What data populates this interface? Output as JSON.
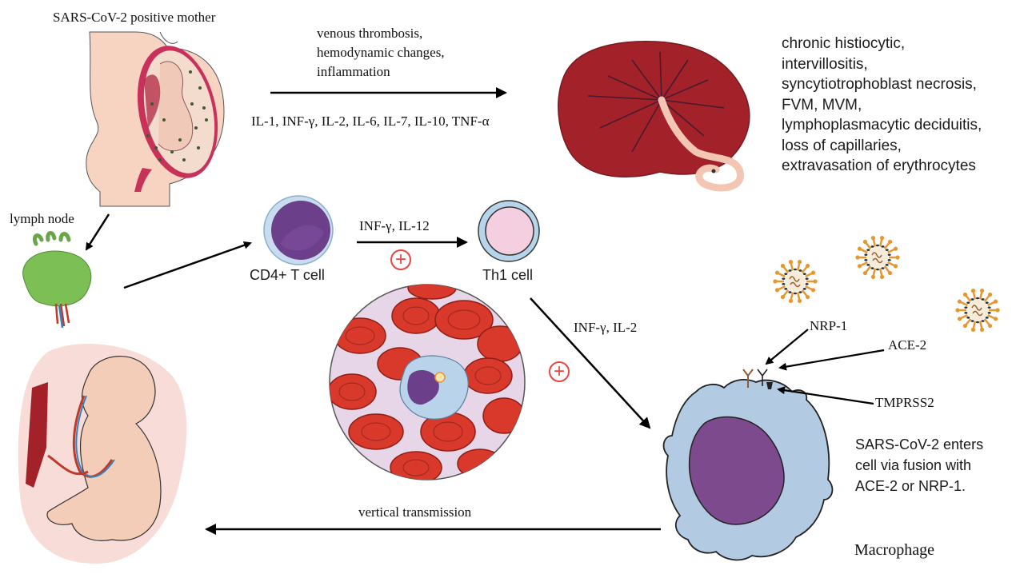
{
  "figure": {
    "mother_label": "SARS-CoV-2 positive mother",
    "placenta_pathway": {
      "effects": [
        "venous thrombosis,",
        "hemodynamic changes,",
        "inflammation"
      ],
      "cytokines": "IL-1, INF-γ, IL-2, IL-6, IL-7, IL-10, TNF-α"
    },
    "placental_findings": [
      "chronic  histiocytic,",
      "intervillositis,",
      "syncytiotrophoblast necrosis,",
      "FVM, MVM,",
      "lymphoplasmacytic deciduitis,",
      "loss of capillaries,",
      "extravasation of erythrocytes"
    ],
    "lymph_node_label": "lymph node",
    "cd4_label": "CD4+ T cell",
    "th1_label": "Th1 cell",
    "cd4_to_th1_cytokines": "INF-γ, IL-12",
    "th1_to_macrophage_cytokines": "INF-γ, IL-2",
    "plus_symbol": "+",
    "receptors": {
      "nrp1": "NRP-1",
      "ace2": "ACE-2",
      "tmprss2": "TMPRSS2"
    },
    "entry_note": [
      "SARS-CoV-2 enters",
      "cell via fusion with",
      "ACE-2 or NRP-1."
    ],
    "macrophage_label": "Macrophage",
    "vertical_transmission_label": "vertical transmission"
  },
  "colors": {
    "skin": "#f7d3c2",
    "uterus": "#c8325a",
    "placenta": "#a3222a",
    "lymph_node": "#7cbf55",
    "cd4_nucleus": "#6b3f8a",
    "th1_fill": "#f4cfe0",
    "cell_border": "#a9cbe6",
    "rbc": "#d9392b",
    "blood_bg": "#e6d6e8",
    "macrophage": "#b3cae3",
    "nucleus": "#7e4a8e",
    "virus_spike": "#e8962e",
    "plus_red": "#e8473f"
  }
}
